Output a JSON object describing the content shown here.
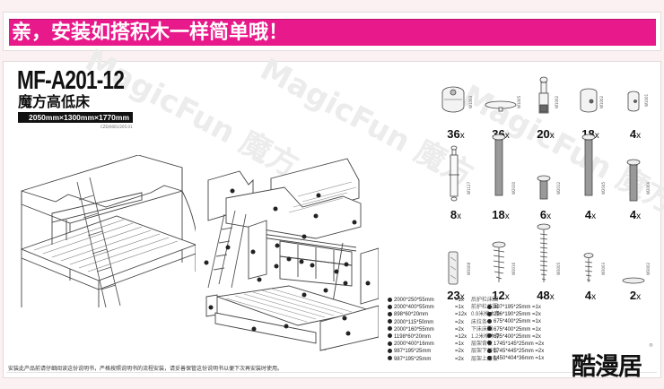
{
  "banner": {
    "text": "亲，安装如搭积木一样简单哦！",
    "bg_color": "#e8198b",
    "text_color": "#ffffff"
  },
  "product": {
    "model": "MF-A201-12",
    "name": "魔方高低床",
    "dimensions": "2050mm×1300mm×1770mm",
    "doc_code": "CZD/0001/205.01"
  },
  "watermark": {
    "text": "MagicFun 魔方"
  },
  "hardware": [
    {
      "count": "36",
      "unit": "x",
      "code": "W1003",
      "icon": "cam-lock-icon"
    },
    {
      "count": "36",
      "unit": "x",
      "code": "W1005",
      "icon": "cover-cap-icon"
    },
    {
      "count": "20",
      "unit": "x",
      "code": "W1002",
      "icon": "cam-bolt-icon"
    },
    {
      "count": "18",
      "unit": "x",
      "code": "W1002",
      "icon": "barrel-nut-icon"
    },
    {
      "count": "4",
      "unit": "x",
      "code": "W1001",
      "icon": "small-barrel-nut-icon"
    },
    {
      "count": "8",
      "unit": "x",
      "code": "W1127",
      "icon": "connector-bolt-icon"
    },
    {
      "count": "18",
      "unit": "x",
      "code": "W2030",
      "icon": "long-bolt-icon"
    },
    {
      "count": "6",
      "unit": "x",
      "code": "W2012",
      "icon": "short-bolt-icon"
    },
    {
      "count": "4",
      "unit": "x",
      "code": "W2045",
      "icon": "long-bolt-icon"
    },
    {
      "count": "4",
      "unit": "x",
      "code": "W2006",
      "icon": "medium-bolt-icon"
    },
    {
      "count": "23",
      "unit": "x",
      "code": "W3008",
      "icon": "wood-dowel-icon"
    },
    {
      "count": "12",
      "unit": "x",
      "code": "W3016",
      "icon": "wood-screw-icon"
    },
    {
      "count": "48",
      "unit": "x",
      "code": "W3005",
      "icon": "long-screw-icon"
    },
    {
      "count": "4",
      "unit": "x",
      "code": "W3003",
      "icon": "short-screw-icon"
    },
    {
      "count": "2",
      "unit": "x",
      "code": "W3002",
      "icon": "washer-icon"
    }
  ],
  "parts_list_left": [
    {
      "no": "1",
      "dim": "2000*250*55mm",
      "qty": "=1x",
      "name": "后护栏床围"
    },
    {
      "no": "2",
      "dim": "2000*400*55mm",
      "qty": "=1x",
      "name": "前护栏床围"
    },
    {
      "no": "3",
      "dim": "898*60*20mm",
      "qty": "=12x",
      "name": "0.9米格木条"
    },
    {
      "no": "4",
      "dim": "2000*115*50mm",
      "qty": "=2x",
      "name": "床拉条"
    },
    {
      "no": "5",
      "dim": "2000*160*55mm",
      "qty": "=2x",
      "name": "下床床围"
    },
    {
      "no": "6",
      "dim": "1198*60*20mm",
      "qty": "=12x",
      "name": "1.2米格木条"
    },
    {
      "no": "7",
      "dim": "2000*400*16mm",
      "qty": "=1x",
      "name": "层架背板"
    },
    {
      "no": "8",
      "dim": "987*195*25mm",
      "qty": "=2x",
      "name": "层架下层板"
    },
    {
      "no": "9",
      "dim": "987*195*25mm",
      "qty": "=2x",
      "name": "层架上层板"
    }
  ],
  "parts_list_right": [
    {
      "no": "10",
      "dim": "397*195*25mm",
      "qty": "=1x"
    },
    {
      "no": "11",
      "dim": "296*190*25mm",
      "qty": "=2x"
    },
    {
      "no": "12",
      "dim": "675*400*25mm",
      "qty": "=1x"
    },
    {
      "no": "13",
      "dim": "675*400*25mm",
      "qty": "=1x"
    },
    {
      "no": "14",
      "dim": "675*400*25mm",
      "qty": "=2x"
    },
    {
      "no": "15",
      "dim": "1745*145*25mm",
      "qty": "=2x"
    },
    {
      "no": "16",
      "dim": "1745*445*25mm",
      "qty": "=2x"
    },
    {
      "no": "17",
      "dim": "1450*404*36mm",
      "qty": "=1x"
    }
  ],
  "footer": {
    "note": "安装此产品前请仔细阅读这份说明书，严格按照说明书的流程安装，请妥善保管这份说明书以便下次再安装时使用。"
  },
  "brand": {
    "logo_text": "酷漫居",
    "registered": "®"
  }
}
